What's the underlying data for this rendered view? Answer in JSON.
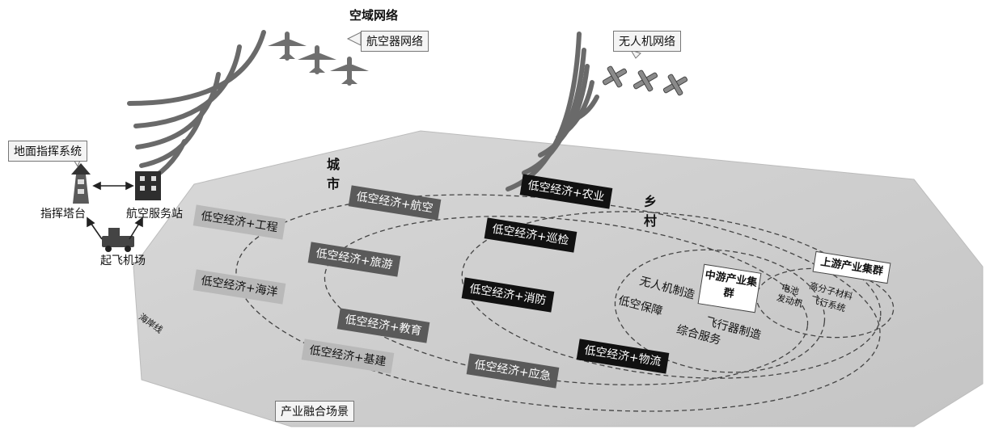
{
  "top_title": "空域网络",
  "aircraft_network": "航空器网络",
  "drone_network": "无人机网络",
  "ground_system": "地面指挥系统",
  "control_tower": "指挥塔台",
  "aviation_station": "航空服务站",
  "airport": "起飞机场",
  "coastline": "海岸线",
  "city": [
    "城",
    "市"
  ],
  "village": [
    "乡",
    "村"
  ],
  "scenes": [
    "低空经济+工程",
    "低空经济+海洋",
    "低空经济+航空",
    "低空经济+旅游",
    "低空经济+教育",
    "低空经济+基建",
    "低空经济+农业",
    "低空经济+巡检",
    "低空经济+消防",
    "低空经济+应急",
    "低空经济+物流"
  ],
  "midstream_cluster": "中游产业集群",
  "upstream_cluster": "上游产业集群",
  "midstream_items": [
    "无人机制造",
    "低空保障",
    "飞行器制造",
    "综合服务"
  ],
  "upstream_items": [
    "电池",
    "高分子材料",
    "发动机",
    "飞行系统"
  ],
  "scene_caption": "产业融合场景"
}
